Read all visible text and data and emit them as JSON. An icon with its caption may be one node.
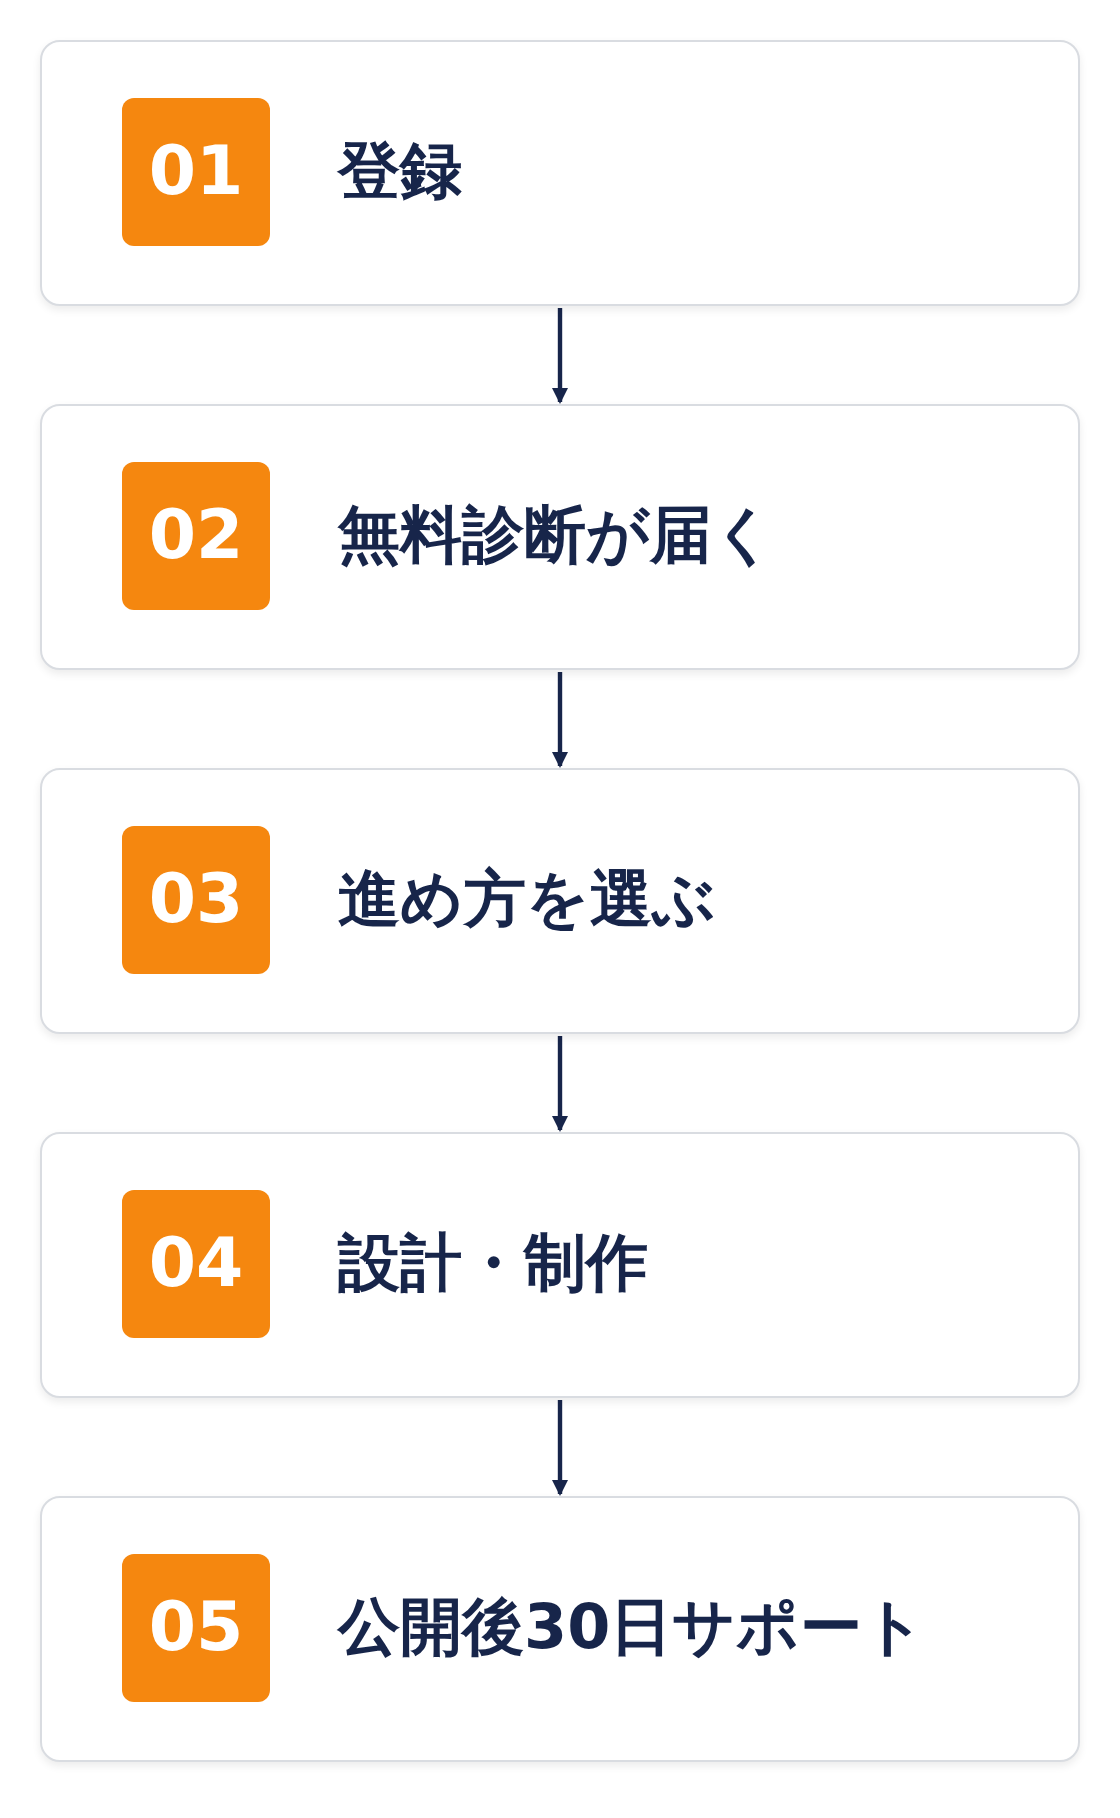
{
  "diagram": {
    "nodes": [
      {
        "text": [
          "登録"
        ]
      },
      {
        "text": [
          "01"
        ],
        "in": 0
      },
      {
        "text": [
          "無料診断が届く"
        ]
      },
      {
        "text": [
          "02"
        ],
        "in": 2
      },
      {
        "text": [
          "進め方を選ぶ"
        ]
      },
      {
        "text": [
          "03"
        ],
        "in": 4
      },
      {
        "text": [
          "設計・制作"
        ]
      },
      {
        "text": [
          "04"
        ],
        "in": 6
      },
      {
        "text": [
          "公開後30日サポート"
        ]
      },
      {
        "text": [
          "05"
        ],
        "in": 8
      }
    ],
    "edges": [
      {
        "from": 0,
        "to": 2,
        "arrow": "to"
      },
      {
        "from": 2,
        "to": 4,
        "arrow": "to"
      },
      {
        "from": 4,
        "to": 6,
        "arrow": "to"
      },
      {
        "from": 6,
        "to": 8,
        "arrow": "to"
      }
    ]
  }
}
